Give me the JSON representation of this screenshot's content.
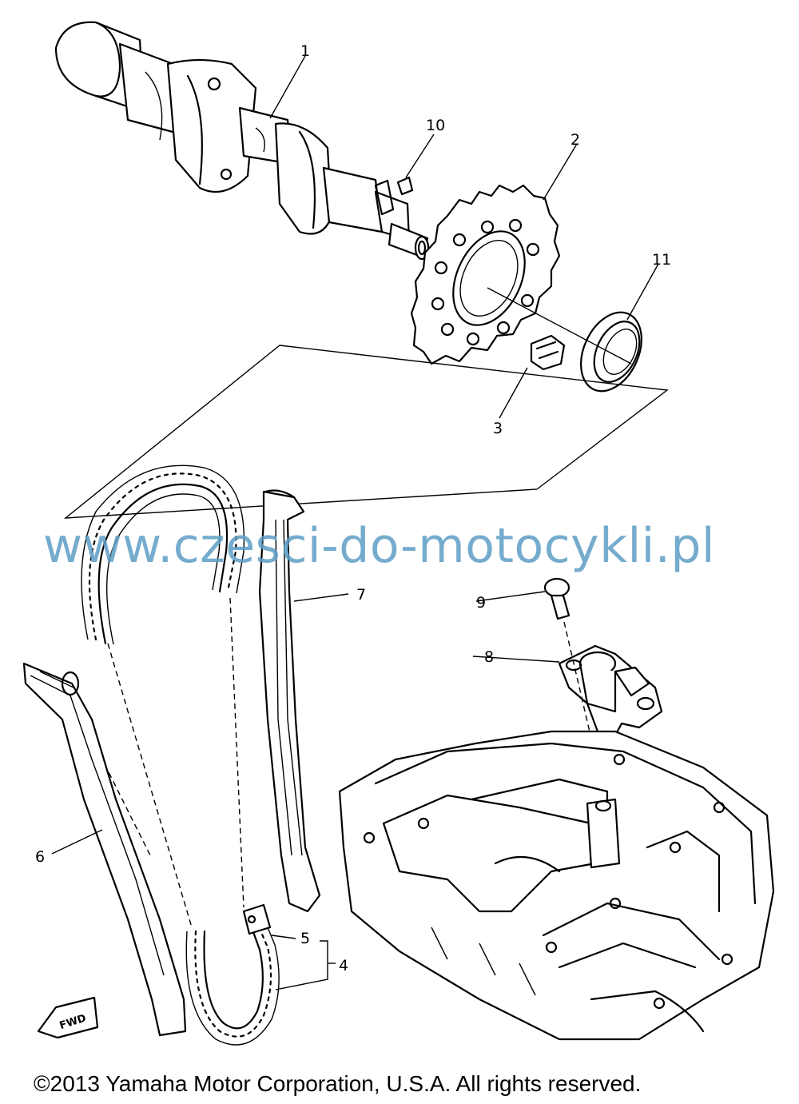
{
  "watermark": "www.czesci-do-motocykli.pl",
  "copyright": "©2013 Yamaha Motor Corporation, U.S.A. All rights reserved.",
  "fwd_label": "FWD",
  "callouts": {
    "c1": "1",
    "c2": "2",
    "c3": "3",
    "c4": "4",
    "c5": "5",
    "c6": "6",
    "c7": "7",
    "c8": "8",
    "c9": "9",
    "c10": "10",
    "c11": "11"
  }
}
